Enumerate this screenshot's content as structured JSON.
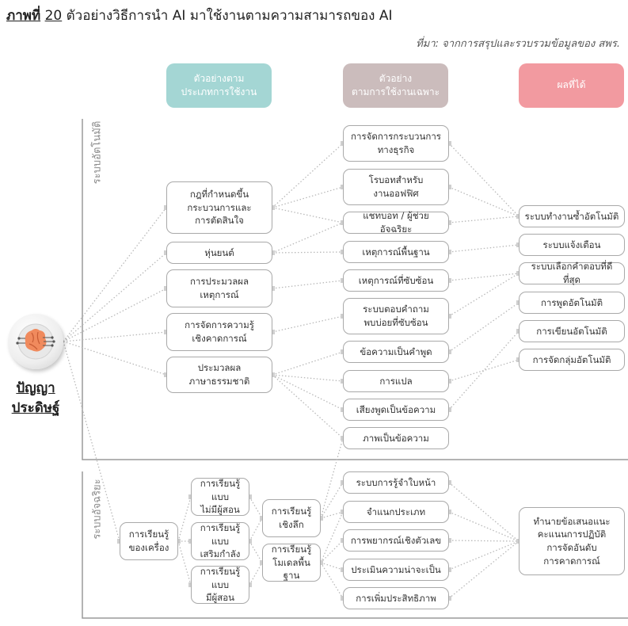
{
  "title": {
    "label": "ภาพที่",
    "number": "20",
    "text": "ตัวอย่างวิธีการนำ AI มาใช้งานตามความสามารถของ AI"
  },
  "source": "ที่มา:  จากการสรุปและรวบรวมข้อมูลของ สพร.",
  "columns": [
    {
      "label": "ตัวอย่างตาม\nประเภทการใช้งาน",
      "color": "#a4d6d4"
    },
    {
      "label": "ตัวอย่าง\nตามการใช้งานเฉพาะ",
      "color": "#cbbcbc"
    },
    {
      "label": "ผลที่ได้",
      "color": "#f29aa0"
    }
  ],
  "sections": {
    "automation": "ระบบอัตโนมัติ",
    "intelligent": "ระบบอัจฉริยะ"
  },
  "ai": {
    "line1": "ปัญญา",
    "line2": "ประดิษฐ์"
  },
  "nodes": {
    "rules": "กฎที่กำหนดขึ้น\nกระบวนการและ\nการตัดสินใจ",
    "robot": "หุ่นยนต์",
    "event": "การประมวลผล\nเหตุการณ์",
    "knowledge": "การจัดการความรู้\nเชิงคาดการณ์",
    "nlp": "ประมวลผล\nภาษาธรรมชาติ",
    "ml": "การเรียนรู้\nของเครื่อง",
    "unsup": "การเรียนรู้แบบ\nไม่มีผู้สอน",
    "rl": "การเรียนรู้แบบ\nเสริมกำลัง",
    "sup": "การเรียนรู้แบบ\nมีผู้สอน",
    "deep": "การเรียนรู้\nเชิงลึก",
    "basic": "การเรียนรู้\nโมเดลพื้นฐาน",
    "bpm": "การจัดการกระบวนการ\nทางธุรกิจ",
    "office": "โรบอทสำหรับ\nงานออฟฟิศ",
    "chatbot": "แชทบอท / ผู้ช่วยอัจฉริยะ",
    "basicev": "เหตุการณ์พื้นฐาน",
    "complexev": "เหตุการณ์ที่ซับซ้อน",
    "qa": "ระบบตอบคำถาม\nพบบ่อยที่ซับซ้อน",
    "t2s": "ข้อความเป็นคำพูด",
    "trans": "การแปล",
    "s2t": "เสียงพูดเป็นข้อความ",
    "i2t": "ภาพเป็นข้อความ",
    "recog": "ระบบการรู้จำใบหน้า",
    "classify": "จำแนกประเภท",
    "forecast": "การพยากรณ์เชิงตัวเลข",
    "prob": "ประเมินความน่าจะเป็น",
    "optim": "การเพิ่มประสิทธิภาพ",
    "autowork": "ระบบทำงานซ้ำอัตโนมัติ",
    "alert": "ระบบแจ้งเตือน",
    "bestans": "ระบบเลือกคำตอบที่ดีที่สุด",
    "autospeak": "การพูดอัตโนมัติ",
    "autowrite": "การเขียนอัตโนมัติ",
    "autogroup": "การจัดกลุ่มอัตโนมัติ",
    "predict": "ทำนายข้อเสนอแนะ\nคะแนนการปฏิบัติ\nการจัดอันดับ\nการคาดการณ์"
  },
  "edges": [
    [
      "ai",
      "rules"
    ],
    [
      "ai",
      "robot"
    ],
    [
      "ai",
      "event"
    ],
    [
      "ai",
      "knowledge"
    ],
    [
      "ai",
      "nlp"
    ],
    [
      "ai",
      "ml"
    ],
    [
      "rules",
      "bpm"
    ],
    [
      "rules",
      "office"
    ],
    [
      "rules",
      "chatbot"
    ],
    [
      "robot",
      "chatbot"
    ],
    [
      "robot",
      "basicev"
    ],
    [
      "event",
      "complexev"
    ],
    [
      "knowledge",
      "qa"
    ],
    [
      "nlp",
      "t2s"
    ],
    [
      "nlp",
      "trans"
    ],
    [
      "nlp",
      "s2t"
    ],
    [
      "nlp",
      "i2t"
    ],
    [
      "ml",
      "unsup"
    ],
    [
      "ml",
      "rl"
    ],
    [
      "ml",
      "sup"
    ],
    [
      "unsup",
      "deep"
    ],
    [
      "rl",
      "deep"
    ],
    [
      "rl",
      "basic"
    ],
    [
      "sup",
      "basic"
    ],
    [
      "deep",
      "i2t"
    ],
    [
      "deep",
      "recog"
    ],
    [
      "deep",
      "classify"
    ],
    [
      "basic",
      "classify"
    ],
    [
      "basic",
      "forecast"
    ],
    [
      "basic",
      "prob"
    ],
    [
      "basic",
      "optim"
    ],
    [
      "bpm",
      "autowork"
    ],
    [
      "office",
      "autowork"
    ],
    [
      "chatbot",
      "autowork"
    ],
    [
      "basicev",
      "alert"
    ],
    [
      "complexev",
      "bestans"
    ],
    [
      "qa",
      "bestans"
    ],
    [
      "t2s",
      "autospeak"
    ],
    [
      "s2t",
      "autowrite"
    ],
    [
      "trans",
      "autogroup"
    ],
    [
      "recog",
      "predict"
    ],
    [
      "classify",
      "predict"
    ],
    [
      "forecast",
      "predict"
    ],
    [
      "prob",
      "predict"
    ],
    [
      "optim",
      "predict"
    ]
  ]
}
